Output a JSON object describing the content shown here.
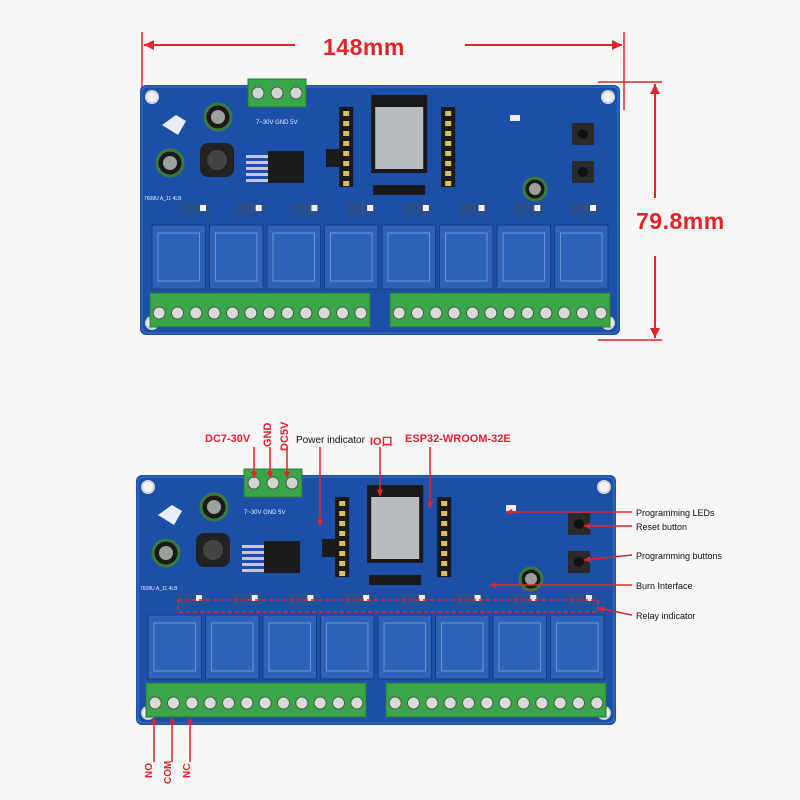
{
  "dimensions": {
    "width": "148mm",
    "height": "79.8mm"
  },
  "top_labels": {
    "power_in": "DC7-30V",
    "gnd": "GND",
    "power_out": "DC5V",
    "power_indicator": "Power indicator",
    "io": "IO口",
    "module": "ESP32-WROOM-32E"
  },
  "side_labels": {
    "programming_leds": "Programming LEDs",
    "reset_button": "Reset button",
    "programming_buttons": "Programming buttons",
    "burn_interface": "Burn Interface",
    "relay_indicator": "Relay indicator"
  },
  "contact_labels": {
    "no": "NO",
    "com": "COM",
    "nc": "NC"
  },
  "board_silkscreen": {
    "terminal": "7~30V GND 5V",
    "model": "7608U A_11 4LB"
  },
  "relay_count": 8,
  "terminal_count_per_block": 12,
  "colors": {
    "pcb": "#1c4fa8",
    "relay": "#2f63b8",
    "terminal": "#3aa64a",
    "annotation": "#e3232c"
  }
}
